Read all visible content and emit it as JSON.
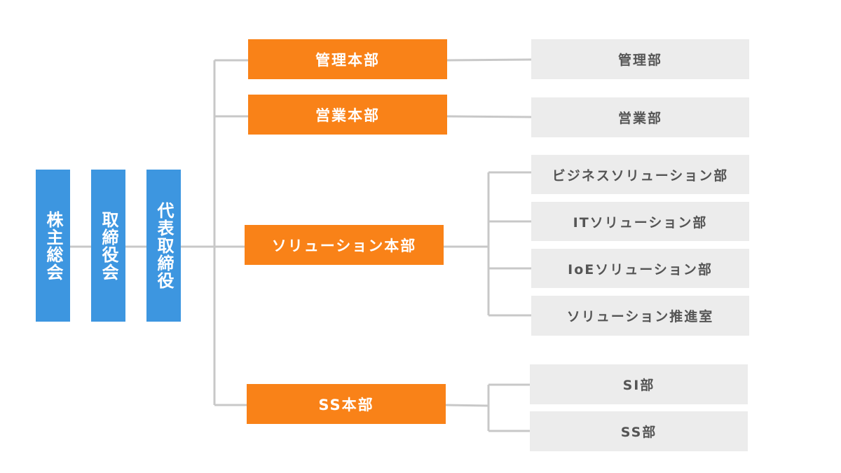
{
  "colors": {
    "governance": "#3d96e0",
    "headquarters": "#f98218",
    "department": "#ececec",
    "department_text": "#555555",
    "connector": "#c8c8c8"
  },
  "governance": {
    "shareholders_meeting": "株主総会",
    "board_of_directors": "取締役会",
    "representative_director": "代表取締役"
  },
  "headquarters": {
    "administration": "管理本部",
    "sales": "営業本部",
    "solution": "ソリューション本部",
    "ss": "SS本部"
  },
  "departments": {
    "administration": "管理部",
    "sales": "営業部",
    "business_solution": "ビジネスソリューション部",
    "it_solution": "ITソリューション部",
    "ioe_solution": "IoEソリューション部",
    "solution_promotion": "ソリューション推進室",
    "si": "SI部",
    "ss": "SS部"
  }
}
